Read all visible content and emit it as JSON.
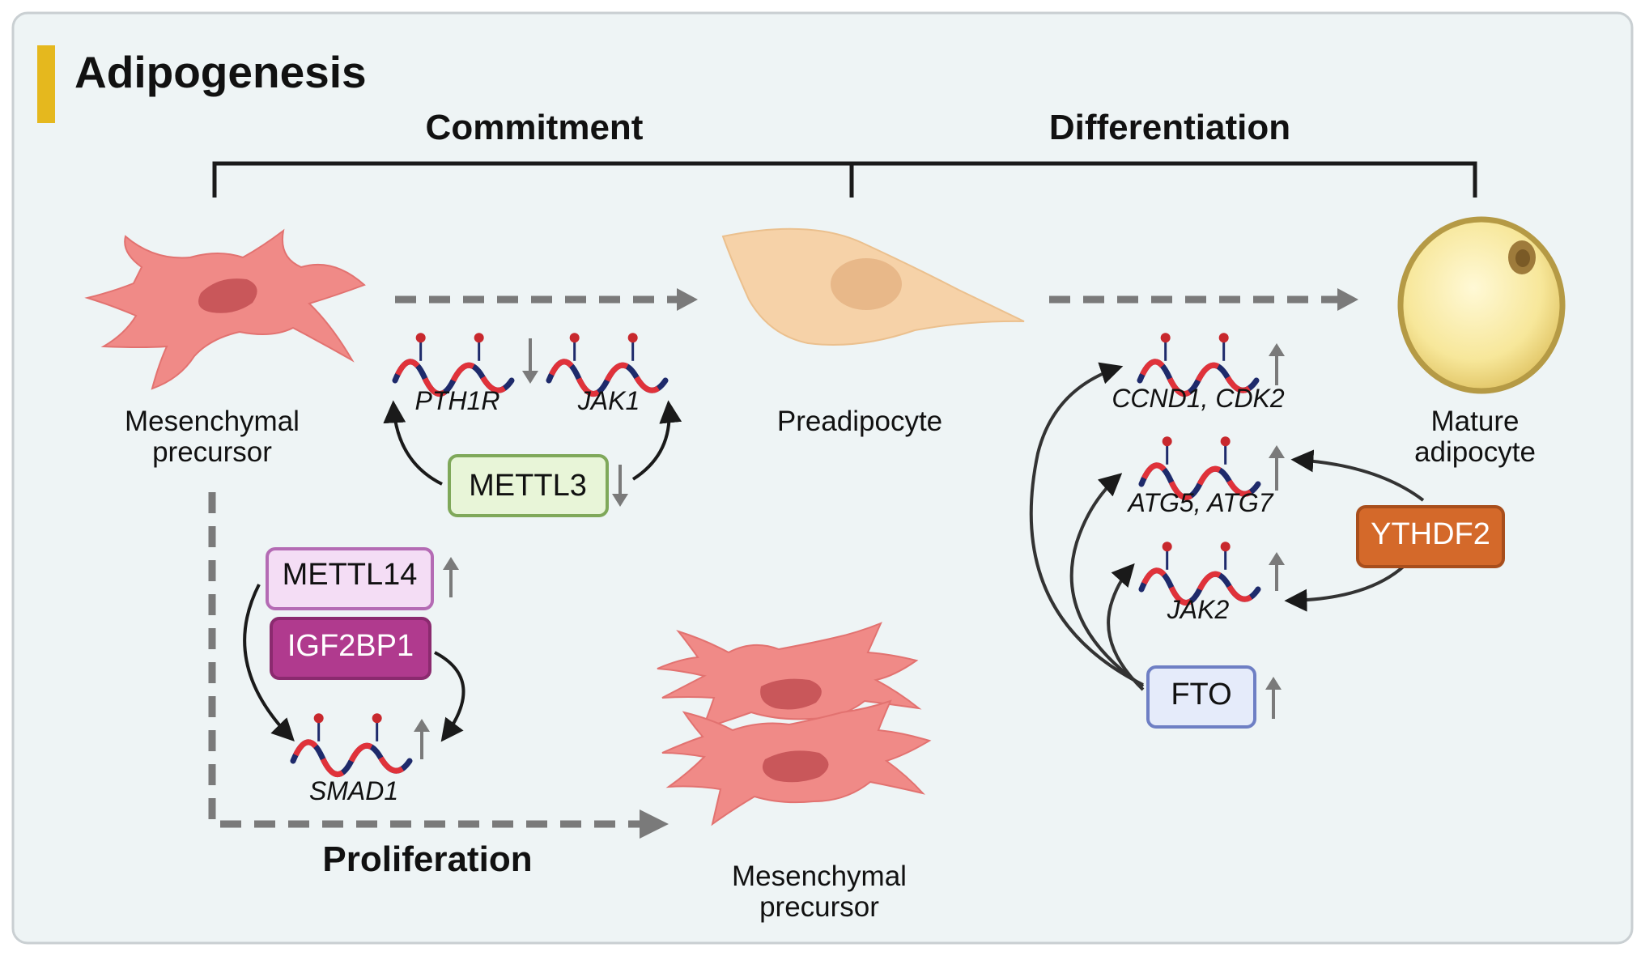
{
  "title": "Adipogenesis",
  "stages": {
    "commitment": "Commitment",
    "differentiation": "Differentiation",
    "proliferation": "Proliferation"
  },
  "cells": {
    "mesenchymal_top": [
      "Mesenchymal",
      "precursor"
    ],
    "preadipocyte": "Preadipocyte",
    "mature": [
      "Mature",
      "adipocyte"
    ],
    "mesenchymal_bottom": [
      "Mesenchymal",
      "precursor"
    ]
  },
  "genes": {
    "pth1r": "PTH1R",
    "jak1": "JAK1",
    "ccnd1_cdk2": "CCND1, CDK2",
    "atg5_atg7": "ATG5, ATG7",
    "jak2": "JAK2",
    "smad1": "SMAD1"
  },
  "proteins": {
    "mettl3": "METTL3",
    "mettl14": "METTL14",
    "igf2bp1": "IGF2BP1",
    "fto": "FTO",
    "ythdf2": "YTHDF2"
  },
  "colors": {
    "accent_bar": "#E5B81E",
    "mettl3_fill": "#E8F5D8",
    "mettl3_stroke": "#7FA85A",
    "mettl14_fill": "#F4DDF5",
    "mettl14_stroke": "#B46BB4",
    "igf2bp1_fill": "#B03A8E",
    "fto_fill": "#E5EBFA",
    "fto_stroke": "#6E7FC4",
    "ythdf2_fill": "#D4692A",
    "mesenchymal_cell": "#F08A87",
    "preadipocyte_cell": "#F6D2A8",
    "adipocyte_cell": "#F8E8A0"
  },
  "regulation": {
    "pth1r_jak1": "down",
    "mettl3": "down",
    "mettl14": "up",
    "smad1": "up",
    "ccnd1_cdk2": "up",
    "atg5_atg7": "up",
    "jak2": "up",
    "fto": "up"
  }
}
